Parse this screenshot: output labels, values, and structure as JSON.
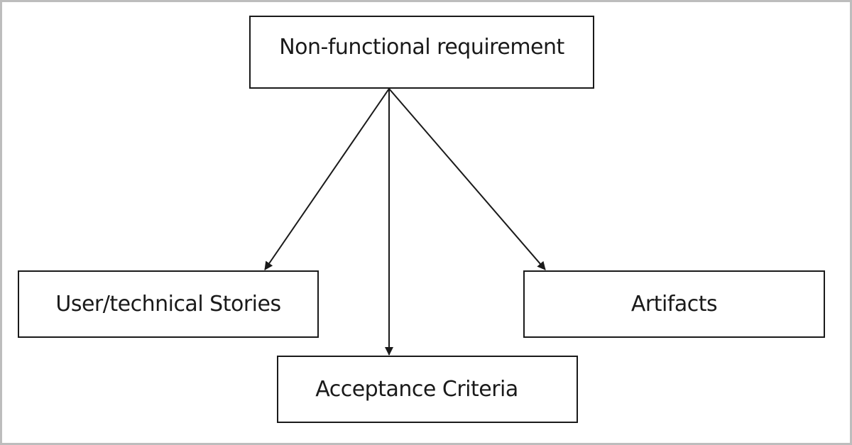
{
  "diagram": {
    "nodes": [
      {
        "id": "root",
        "label": "Non-functional requirement"
      },
      {
        "id": "left",
        "label": "User/technical Stories"
      },
      {
        "id": "bottom",
        "label": "Acceptance Criteria"
      },
      {
        "id": "right",
        "label": "Artifacts"
      }
    ],
    "edges": [
      {
        "from": "root",
        "to": "left"
      },
      {
        "from": "root",
        "to": "bottom"
      },
      {
        "from": "root",
        "to": "right"
      }
    ]
  }
}
